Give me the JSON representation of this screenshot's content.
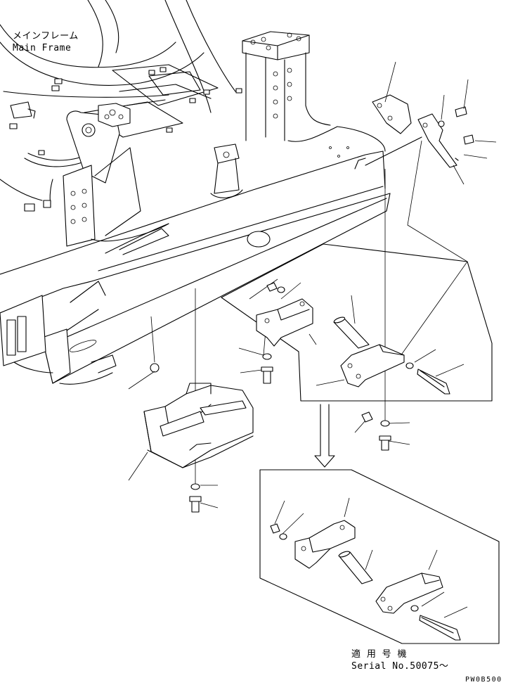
{
  "labels": {
    "main_frame_jp": "メインフレーム",
    "main_frame_en": "Main Frame",
    "serial_jp": "適 用 号 機",
    "serial_en": "Serial No.50075～",
    "drawing_code": "PW0B500"
  },
  "icons": {
    "arrow": "down-arrow-icon"
  }
}
